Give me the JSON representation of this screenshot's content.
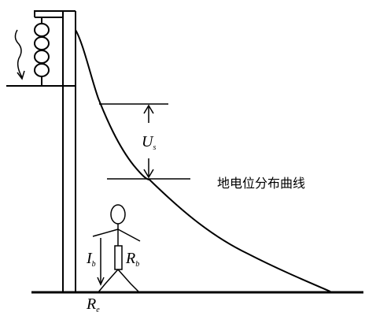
{
  "diagram": {
    "curve_label": "地电位分布曲线",
    "step_voltage_label": {
      "main": "U",
      "sub": "s"
    },
    "current_label": {
      "main": "I",
      "sub": "b"
    },
    "body_resistance_label": {
      "main": "R",
      "sub": "b"
    },
    "ground_resistance_label": {
      "main": "R",
      "sub": "e"
    },
    "colors": {
      "ink": "#000000",
      "background": "#ffffff"
    }
  }
}
